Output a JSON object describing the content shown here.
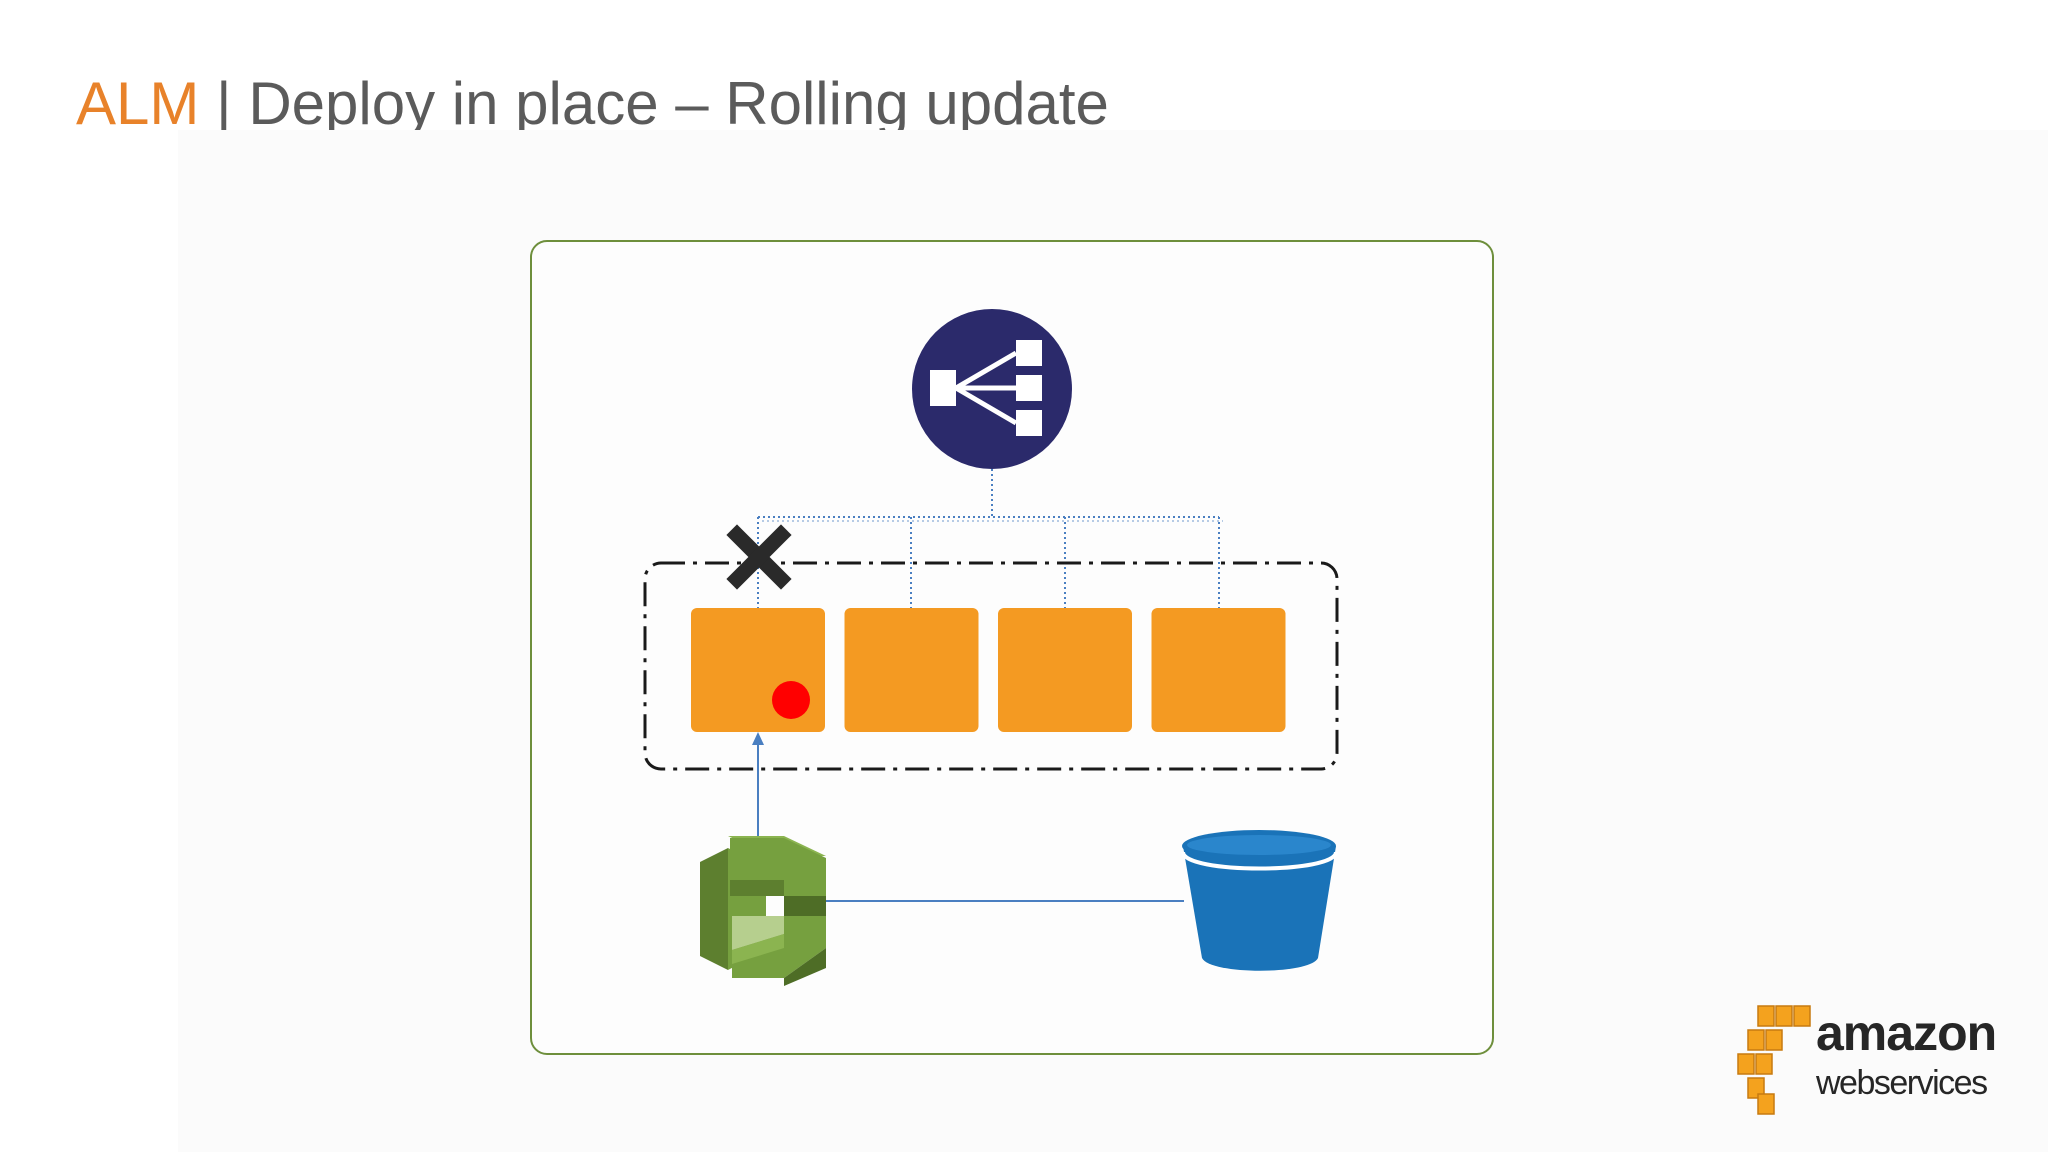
{
  "slide": {
    "title_accent": "ALM",
    "title_separator": "|",
    "title_rest": "Deploy in place – Rolling update"
  },
  "logo": {
    "line1": "amazon",
    "line2": "webservices"
  },
  "diagram": {
    "load_balancer_icon": "load-balancer-icon",
    "instance_count": 4,
    "failed_instance_index": 0,
    "deploy_service_icon": "codedeploy-icon",
    "storage_icon": "s3-bucket-icon"
  },
  "colors": {
    "accent": "#e8822a",
    "title_text": "#5b5b5b",
    "frame_border": "#6e8f3c",
    "instance": "#f49a22",
    "load_balancer": "#2b2a6b",
    "error_dot": "#ff0000",
    "connector": "#4a7fc1",
    "bucket": "#1a73b8",
    "deploy_green": "#6f9a3c"
  }
}
